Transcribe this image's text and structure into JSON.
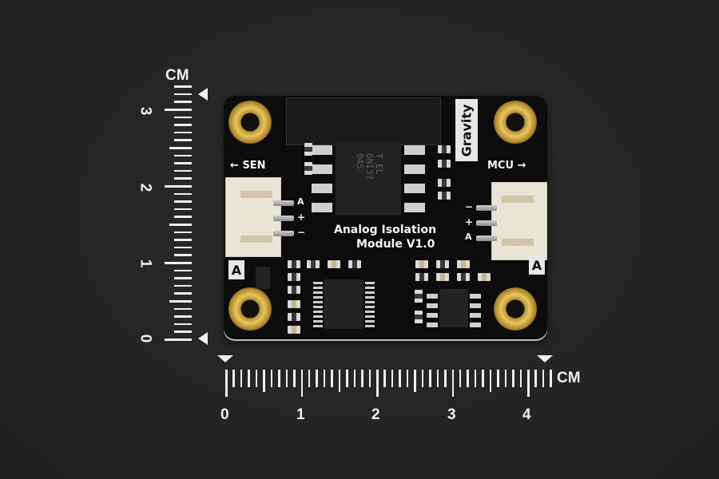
{
  "scene": {
    "description": "Product photo of a DFRobot Gravity Analog Isolation Module on dark textured background with centimeter rulers",
    "background_color": "#262626"
  },
  "vertical_ruler": {
    "unit_label": "CM",
    "numbers": [
      "3",
      "2",
      "1",
      "0"
    ]
  },
  "horizontal_ruler": {
    "unit_label": "CM",
    "numbers": [
      "0",
      "1",
      "2",
      "3",
      "4"
    ]
  },
  "board": {
    "title_line1": "Analog Isolation",
    "title_line2": "Module V1.0",
    "brand": "Gravity",
    "left_port": {
      "label": "SEN",
      "arrow": "←",
      "pins": [
        "A",
        "+",
        "−"
      ],
      "type_badge": "A"
    },
    "right_port": {
      "label": "MCU",
      "arrow": "→",
      "pins": [
        "−",
        "+",
        "A"
      ],
      "type_badge": "A"
    },
    "center_chip_marking": [
      "T EL",
      "6N137",
      "045"
    ],
    "color_pcb": "#0c0c0c",
    "color_gold": "#d4b04a"
  }
}
